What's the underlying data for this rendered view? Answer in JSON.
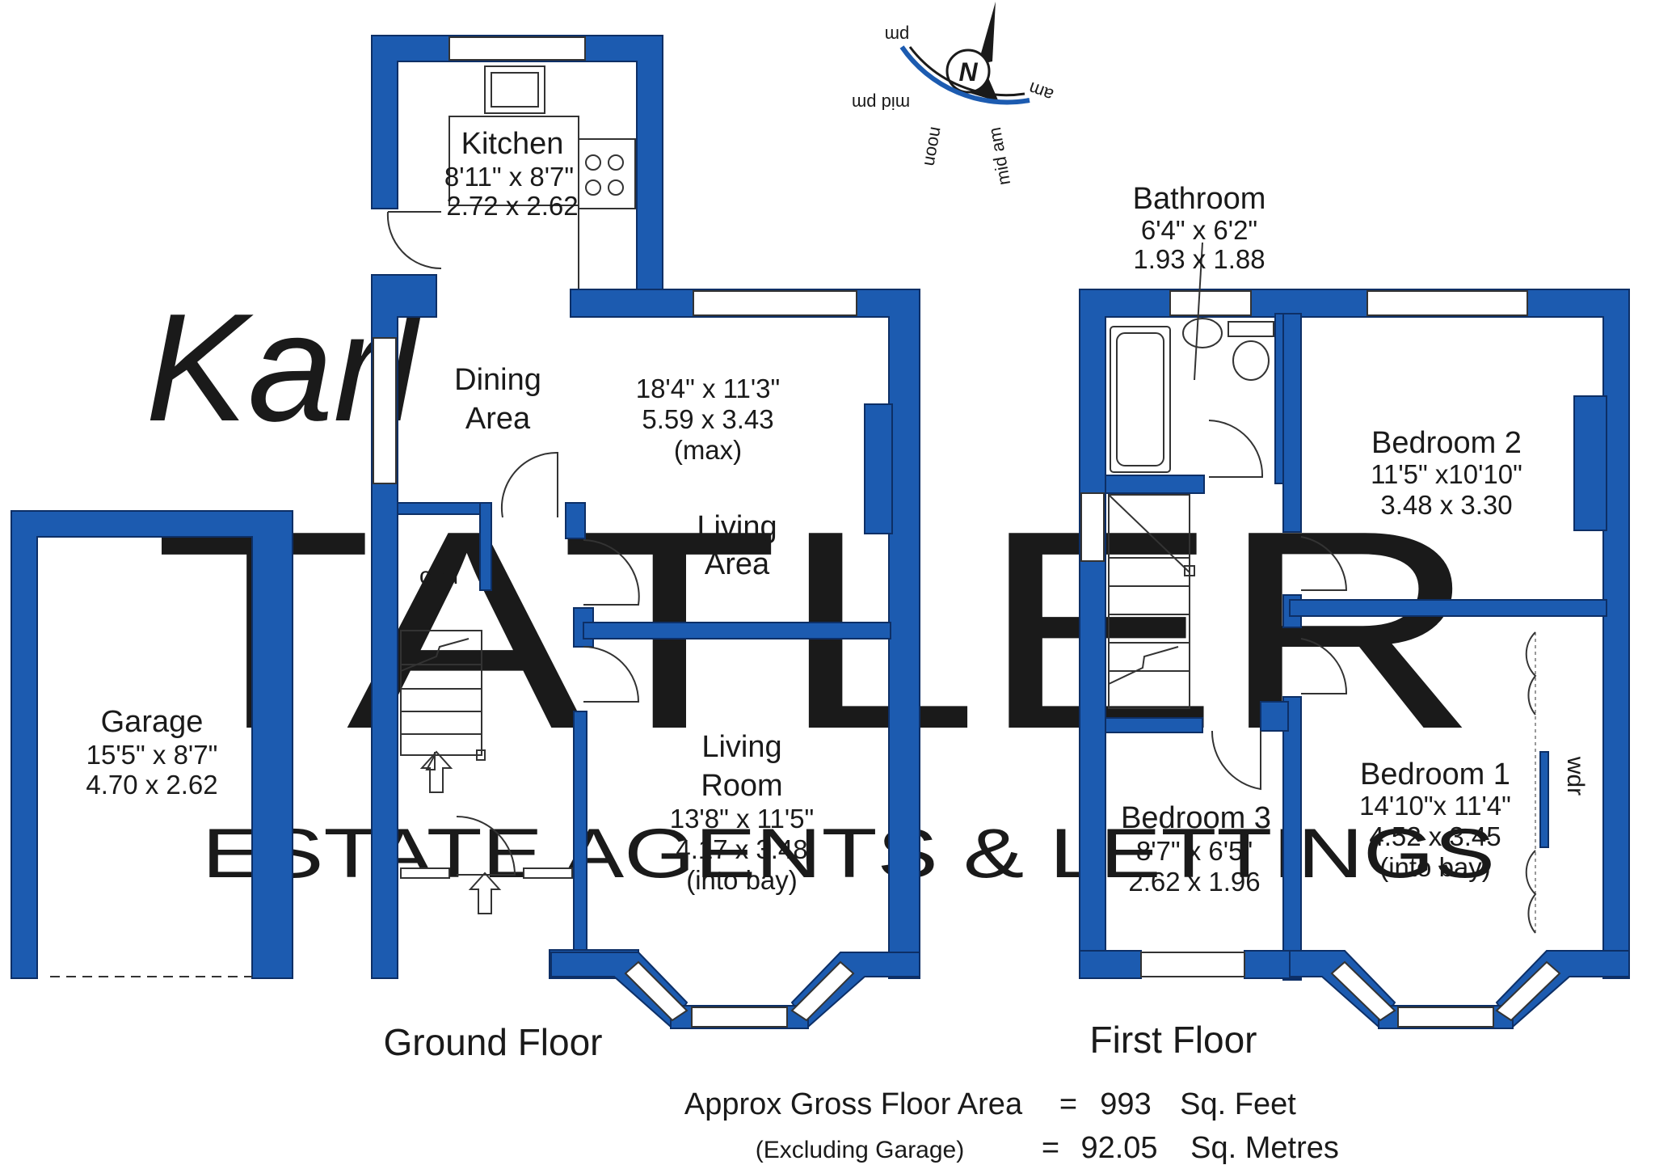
{
  "watermark": {
    "script": "Karl",
    "name": "TATLER",
    "tagline": "ESTATE AGENTS & LETTINGS"
  },
  "compass": {
    "north": "N",
    "labels": [
      "pm",
      "mid pm",
      "noon",
      "mid am",
      "am"
    ]
  },
  "ground_floor": {
    "title": "Ground Floor",
    "rooms": [
      {
        "id": "kitchen",
        "name": [
          "Kitchen"
        ],
        "imperial": "8'11\"  x  8'7\"",
        "metric": "2.72  x  2.62",
        "note": ""
      },
      {
        "id": "dining-area",
        "name": [
          "Dining",
          "Area"
        ],
        "imperial": "",
        "metric": "",
        "note": ""
      },
      {
        "id": "living-area",
        "name": [
          "Living",
          "Area"
        ],
        "imperial": "18'4\"  x  11'3\"",
        "metric": "5.59  x  3.43",
        "note": "(max)"
      },
      {
        "id": "living-room",
        "name": [
          "Living",
          "Room"
        ],
        "imperial": "13'8\"  x  11'5\"",
        "metric": "4.17  x  3.48",
        "note": "(into bay)"
      },
      {
        "id": "cupboard",
        "name": [
          "cpd"
        ],
        "imperial": "",
        "metric": "",
        "note": ""
      }
    ]
  },
  "garage": {
    "name": "Garage",
    "imperial": "15'5\"  x  8'7\"",
    "metric": "4.70  x  2.62"
  },
  "first_floor": {
    "title": "First Floor",
    "rooms": [
      {
        "id": "bathroom",
        "name": [
          "Bathroom"
        ],
        "imperial": "6'4\"  x  6'2\"",
        "metric": "1.93  x  1.88",
        "note": ""
      },
      {
        "id": "bedroom-2",
        "name": [
          "Bedroom 2"
        ],
        "imperial": "11'5\"  x10'10\"",
        "metric": "3.48  x  3.30",
        "note": ""
      },
      {
        "id": "bedroom-1",
        "name": [
          "Bedroom 1"
        ],
        "imperial": "14'10\"x  11'4\"",
        "metric": "4.52  x  3.45",
        "note": "(into bay)"
      },
      {
        "id": "bedroom-3",
        "name": [
          "Bedroom 3"
        ],
        "imperial": "8'7\"  x  6'5\"",
        "metric": "2.62  x  1.96",
        "note": ""
      }
    ],
    "wardrobe_label": "wdr"
  },
  "summary": {
    "gross_label": "Approx Gross Floor Area",
    "eq1": "=",
    "sq_feet_value": "993",
    "sq_feet_unit": "Sq. Feet",
    "excluding": "(Excluding Garage)",
    "eq2": "=",
    "sq_metres_value": "92.05",
    "sq_metres_unit": "Sq. Metres"
  },
  "colors": {
    "wall": "#1c5bb0",
    "wall_outline": "#0d2f66",
    "watermark": "#d6d8ee",
    "text": "#1a1a1a"
  }
}
